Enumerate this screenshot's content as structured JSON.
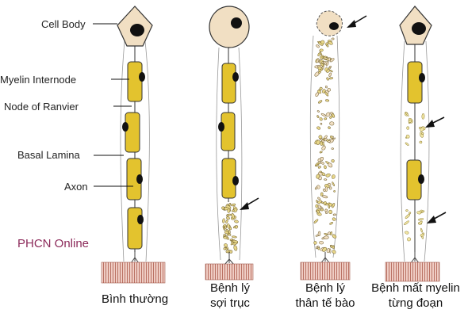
{
  "labels": {
    "cell_body": "Cell Body",
    "myelin_internode": "Myelin Internode",
    "node_of_ranvier": "Node of Ranvier",
    "basal_lamina": "Basal Lamina",
    "axon": "Axon"
  },
  "watermark": "PHCN Online",
  "captions": {
    "normal": "Bình thường",
    "axonal_line1": "Bệnh lý",
    "axonal_line2": "sợi trục",
    "cellbody_line1": "Bệnh lý",
    "cellbody_line2": "thân tế bào",
    "demyelin_line1": "Bệnh mất myelin",
    "demyelin_line2": "từng đoạn"
  },
  "colors": {
    "myelin": "#e3c32e",
    "cell_body": "#f1dfc3",
    "nucleus": "#111111",
    "watermark": "#8c2a5a",
    "muscle": "#e9c0b6",
    "debris": "#e8d78a"
  }
}
